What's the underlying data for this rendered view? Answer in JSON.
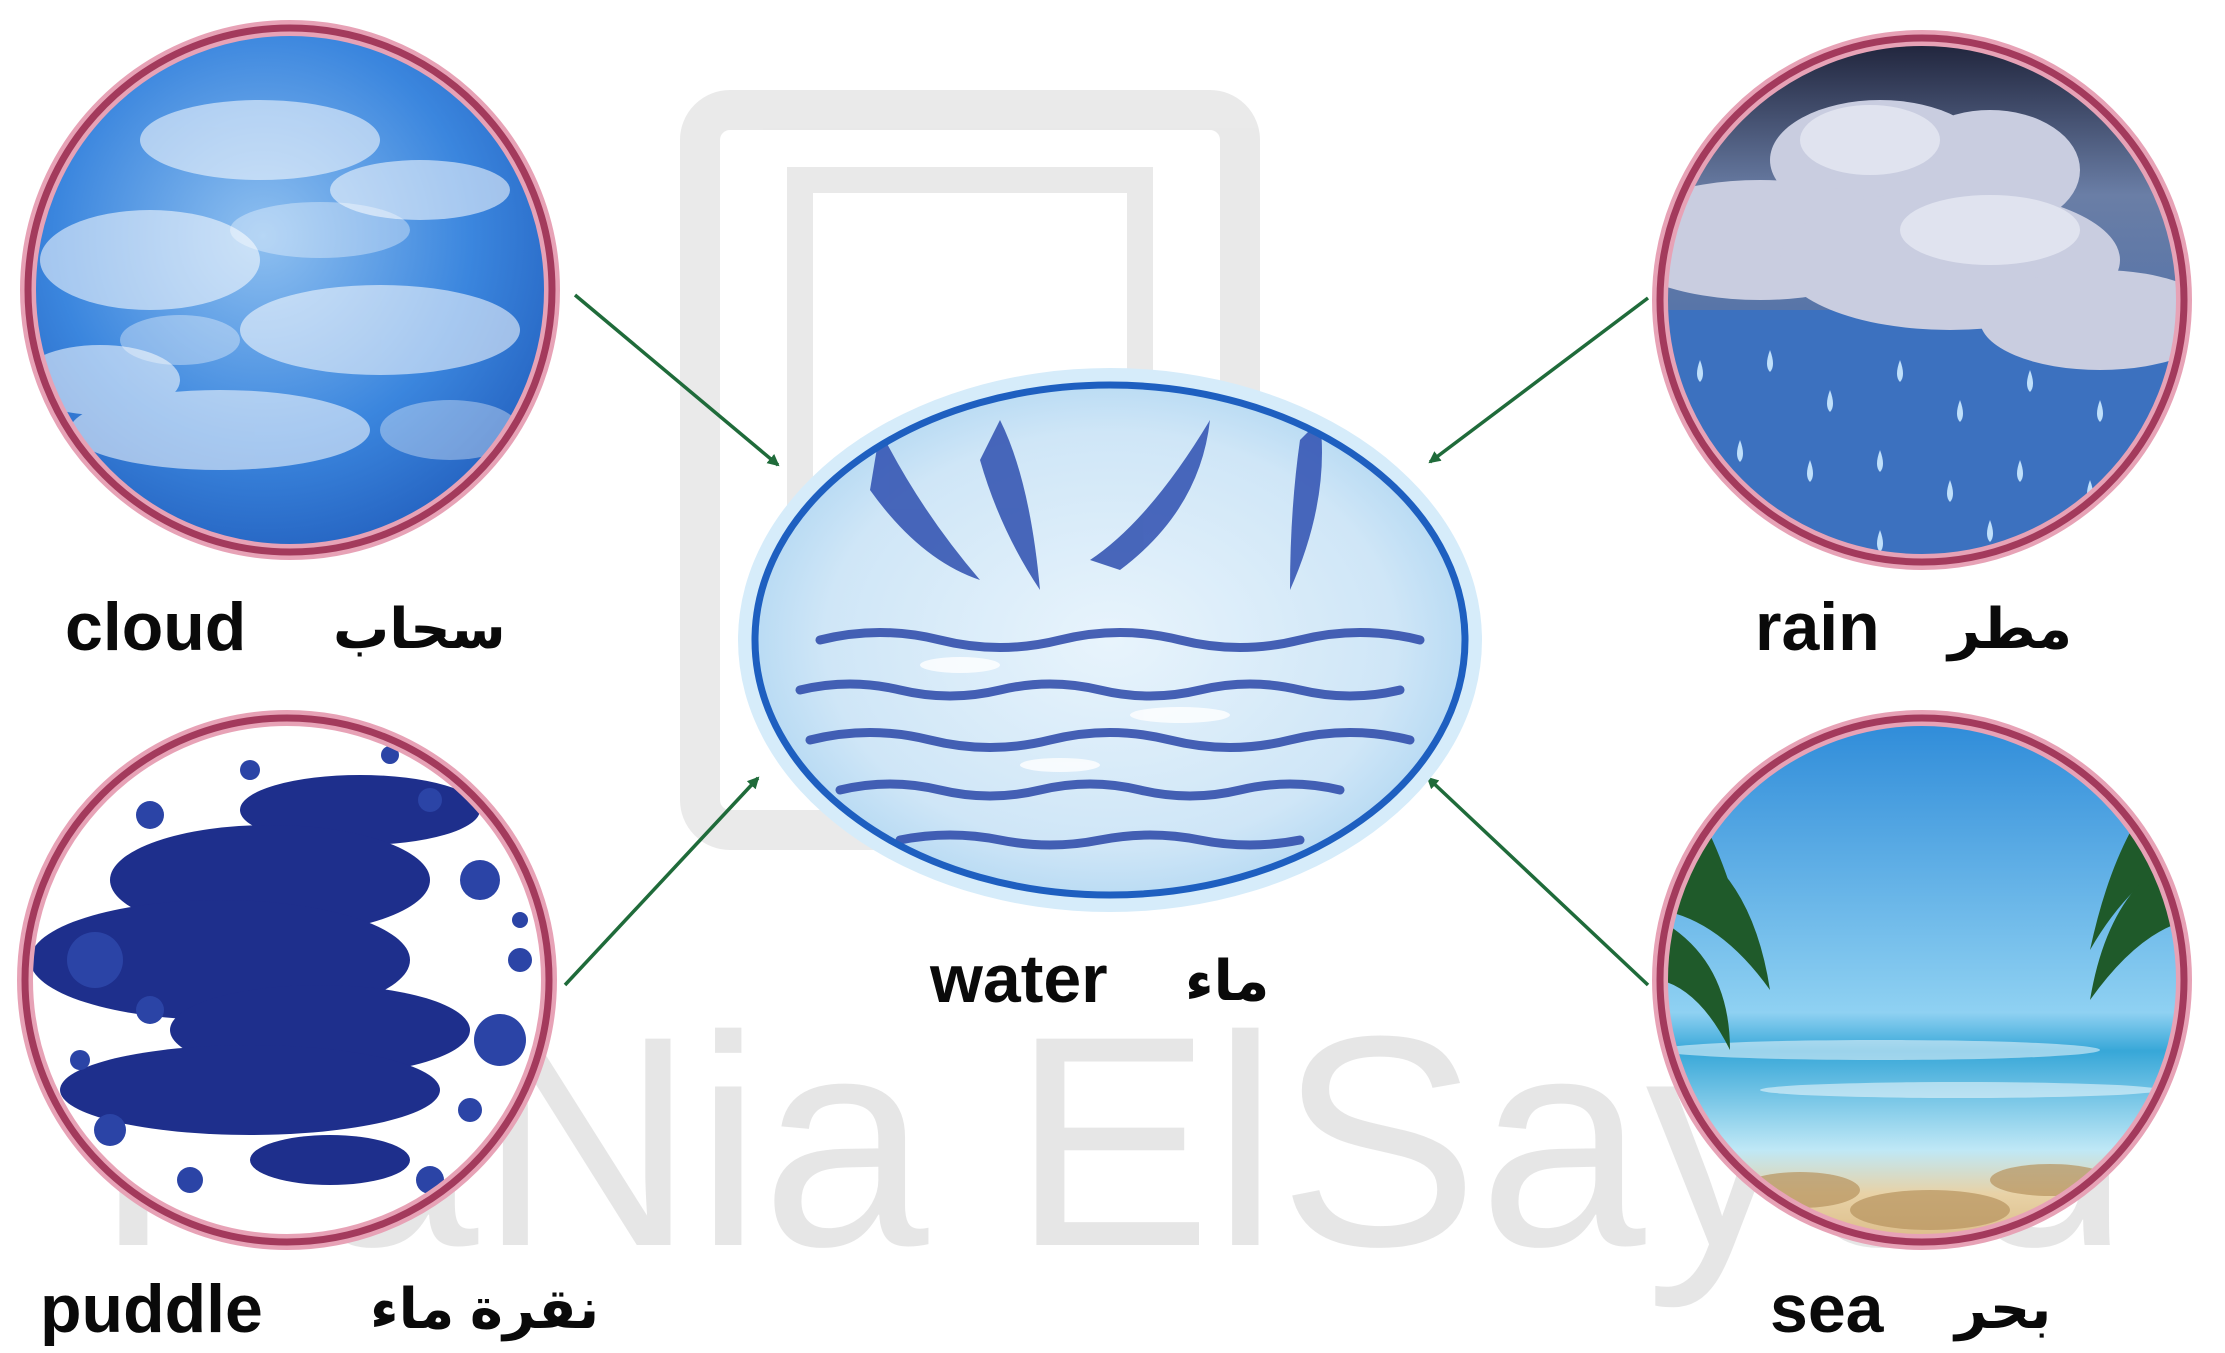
{
  "watermark": {
    "text": "RaNia ElSayed"
  },
  "center": {
    "en": "water",
    "ar": "ماء"
  },
  "items": {
    "cloud": {
      "en": "cloud",
      "ar": "سحاب"
    },
    "rain": {
      "en": "rain",
      "ar": "مطر"
    },
    "puddle": {
      "en": "puddle",
      "ar": "نقرة ماء"
    },
    "sea": {
      "en": "sea",
      "ar": "بحر"
    }
  },
  "colors": {
    "ring": "#a33a5c",
    "arrow": "#1f6b3a",
    "center_ring": "#1e5fc0",
    "sky": "#2f79d6",
    "ink": "#0a0a0a"
  },
  "icons": [
    "cloud-image",
    "rain-image",
    "puddle-image",
    "sea-image",
    "water-splash-image"
  ]
}
